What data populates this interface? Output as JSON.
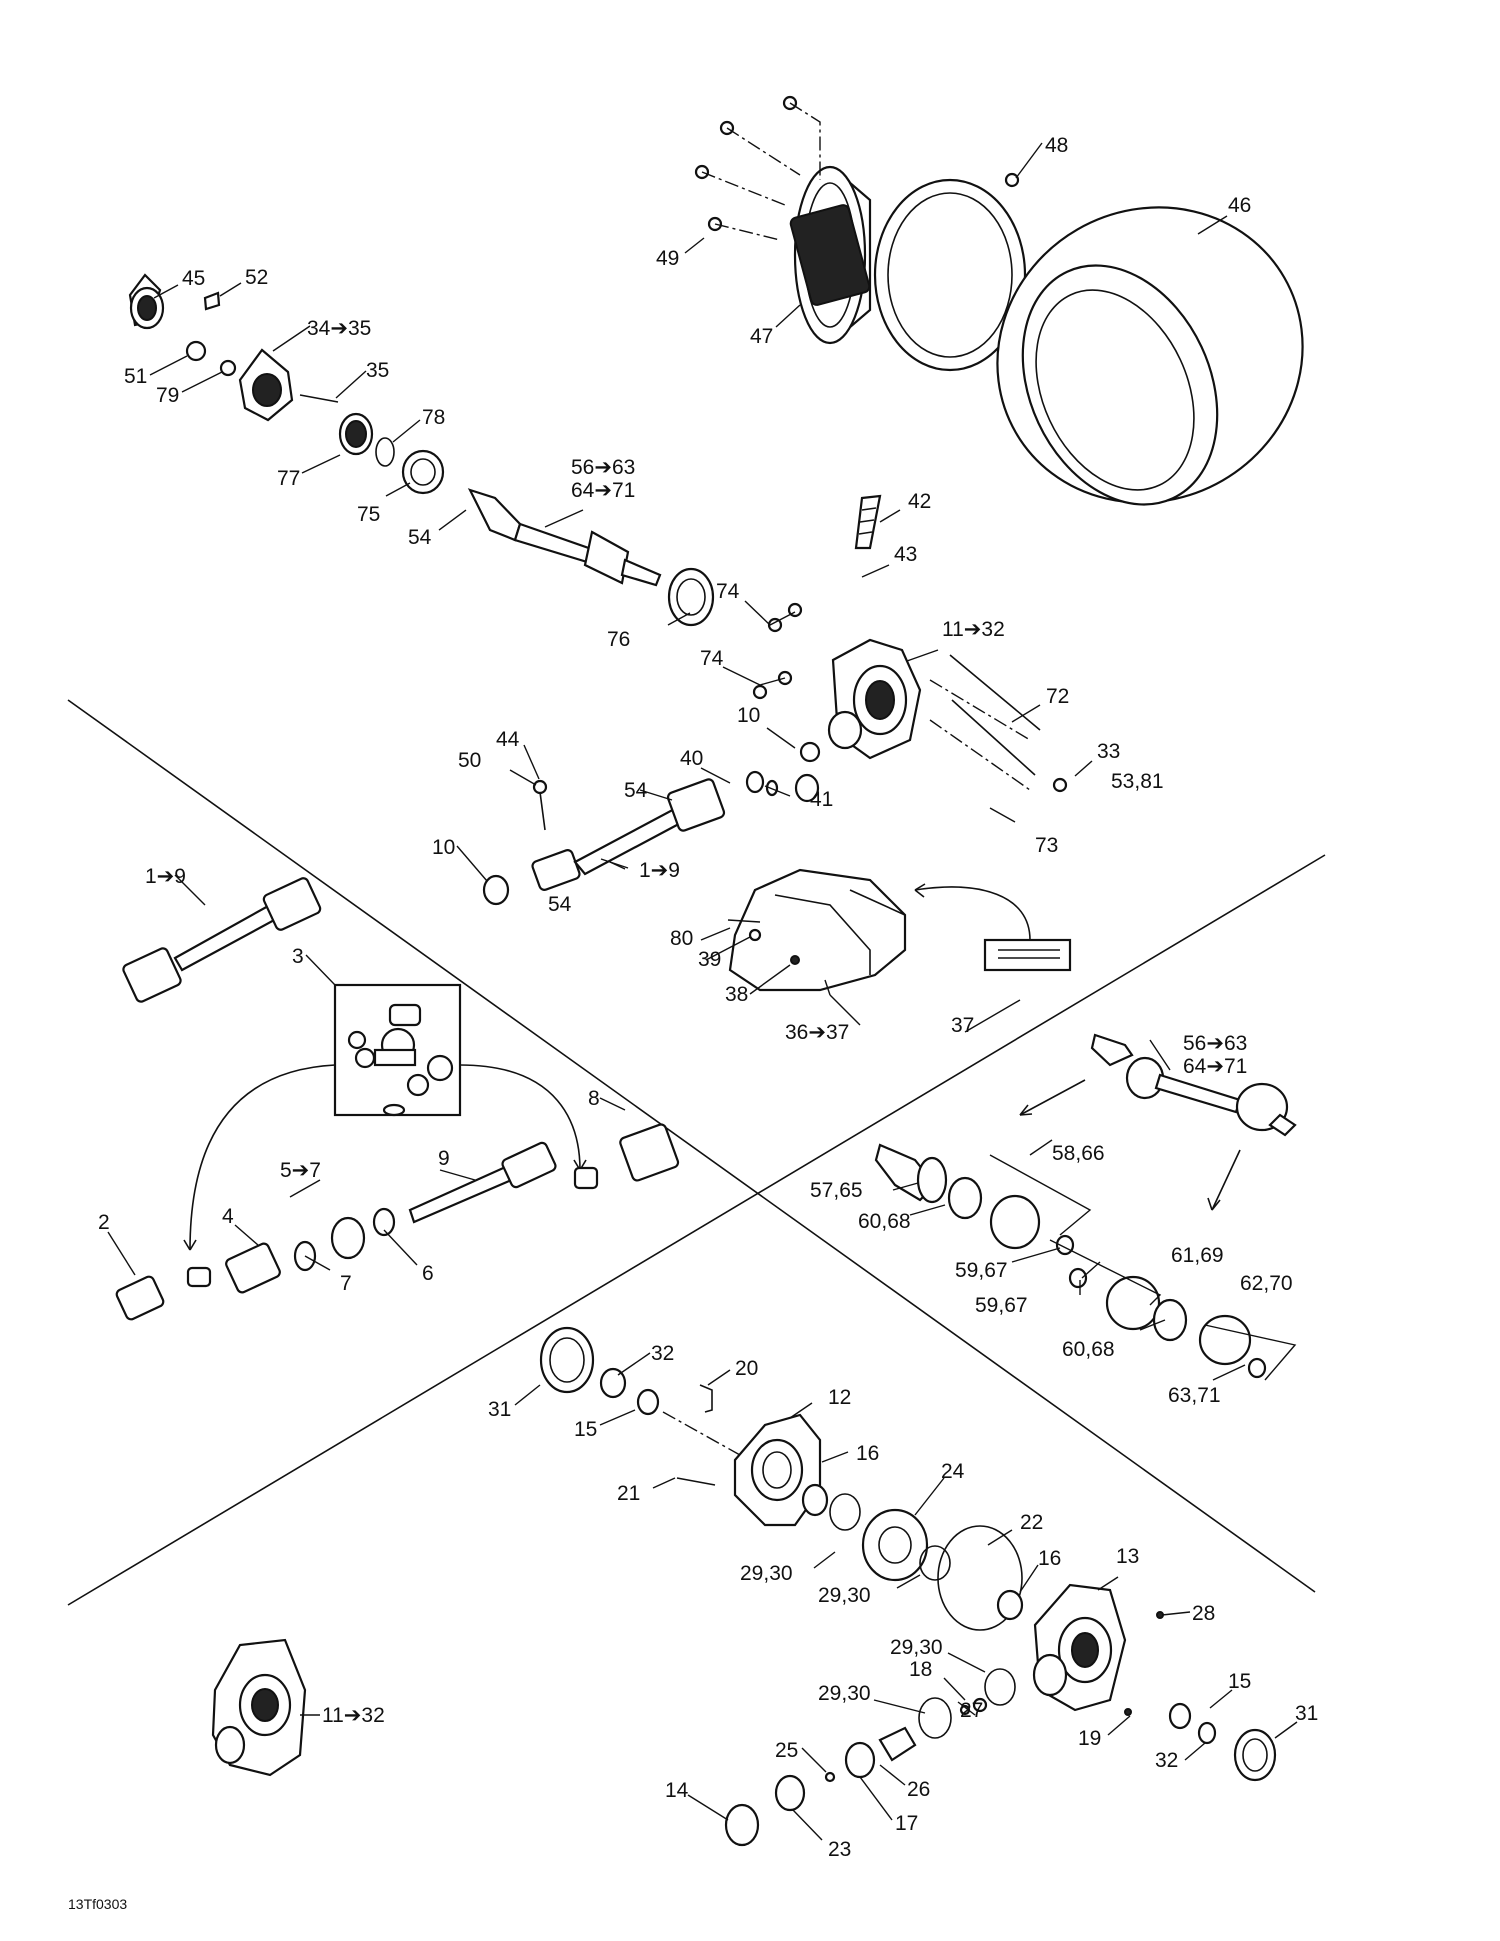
{
  "figure_code": "13Tf0303",
  "callouts": {
    "c45": "45",
    "c52": "52",
    "c51": "51",
    "c79": "79",
    "c34_35": "34➔35",
    "c35": "35",
    "c78": "78",
    "c77": "77",
    "c75": "75",
    "c54a": "54",
    "c48": "48",
    "c46": "46",
    "c49": "49",
    "c47": "47",
    "c56_63a": "56➔63",
    "c64_71a": "64➔71",
    "c42": "42",
    "c43": "43",
    "c76": "76",
    "c74a": "74",
    "c11_32a": "11➔32",
    "c74b": "74",
    "c72": "72",
    "c10a": "10",
    "c33": "33",
    "c53_81": "53,81",
    "c73": "73",
    "c44": "44",
    "c50": "50",
    "c40": "40",
    "c54b": "54",
    "c41": "41",
    "c10b": "10",
    "c1_9a": "1➔9",
    "c54c": "54",
    "c1_9b": "1➔9",
    "c80": "80",
    "c39": "39",
    "c38": "38",
    "c36_37": "36➔37",
    "c37": "37",
    "c3": "3",
    "c8": "8",
    "c5_7": "5➔7",
    "c9": "9",
    "c4": "4",
    "c2": "2",
    "c7": "7",
    "c6": "6",
    "c56_63b": "56➔63",
    "c64_71b": "64➔71",
    "c58_66": "58,66",
    "c57_65": "57,65",
    "c60_68a": "60,68",
    "c59_67a": "59,67",
    "c61_69": "61,69",
    "c59_67b": "59,67",
    "c62_70": "62,70",
    "c60_68b": "60,68",
    "c63_71": "63,71",
    "c31a": "31",
    "c32a": "32",
    "c20": "20",
    "c15a": "15",
    "c12": "12",
    "c16a": "16",
    "c21": "21",
    "c24": "24",
    "c29_30a": "29,30",
    "c22": "22",
    "c29_30b": "29,30",
    "c16b": "16",
    "c13": "13",
    "c28": "28",
    "c29_30c": "29,30",
    "c18": "18",
    "c29_30d": "29,30",
    "c27": "27",
    "c15b": "15",
    "c31b": "31",
    "c19": "19",
    "c32b": "32",
    "c25": "25",
    "c26": "26",
    "c14": "14",
    "c17": "17",
    "c23": "23",
    "c11_32b": "11➔32"
  },
  "colors": {
    "line": "#111111",
    "background": "#ffffff"
  }
}
